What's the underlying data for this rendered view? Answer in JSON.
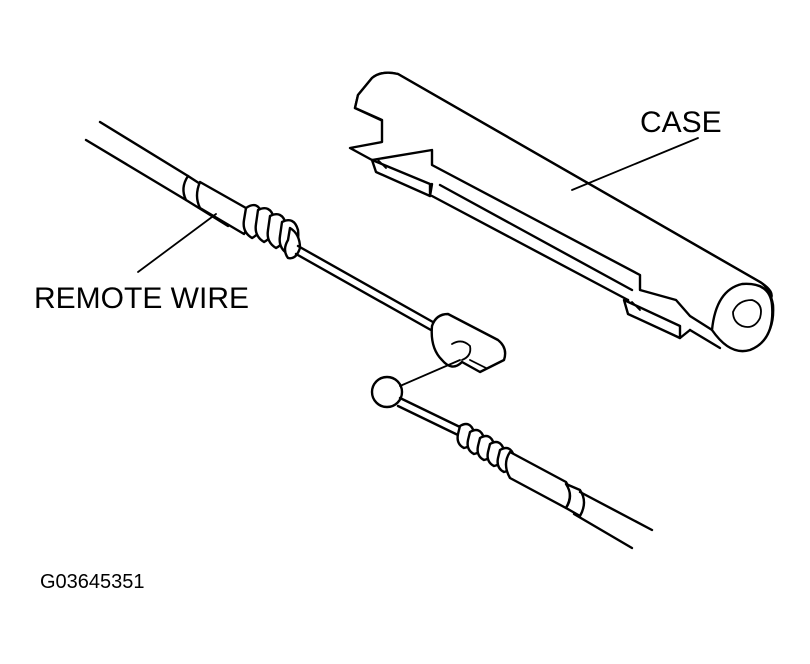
{
  "labels": {
    "case": "CASE",
    "remote_wire": "REMOTE WIRE",
    "figure_code": "G03645351"
  }
}
